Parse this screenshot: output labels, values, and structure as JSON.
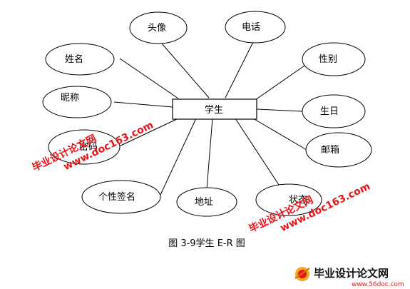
{
  "diagram": {
    "entity": {
      "label": "学生"
    },
    "attributes": [
      {
        "key": "avatar",
        "label": "头像"
      },
      {
        "key": "phone",
        "label": "电话"
      },
      {
        "key": "name",
        "label": "姓名"
      },
      {
        "key": "gender",
        "label": "性别"
      },
      {
        "key": "nickname",
        "label": "昵称"
      },
      {
        "key": "birthday",
        "label": "生日"
      },
      {
        "key": "password",
        "label": "密码"
      },
      {
        "key": "email",
        "label": "邮箱"
      },
      {
        "key": "signature",
        "label": "个性签名"
      },
      {
        "key": "address",
        "label": "地址"
      },
      {
        "key": "status",
        "label": "状态"
      }
    ],
    "caption": "图 3-9学生 E-R 图"
  },
  "watermarks": {
    "site_title": "毕业设计论文网",
    "site_url": "www.doc163.com",
    "logo_title": "毕业设计论文网",
    "logo_url": "www.56doc.com",
    "color": "#e8161b"
  }
}
